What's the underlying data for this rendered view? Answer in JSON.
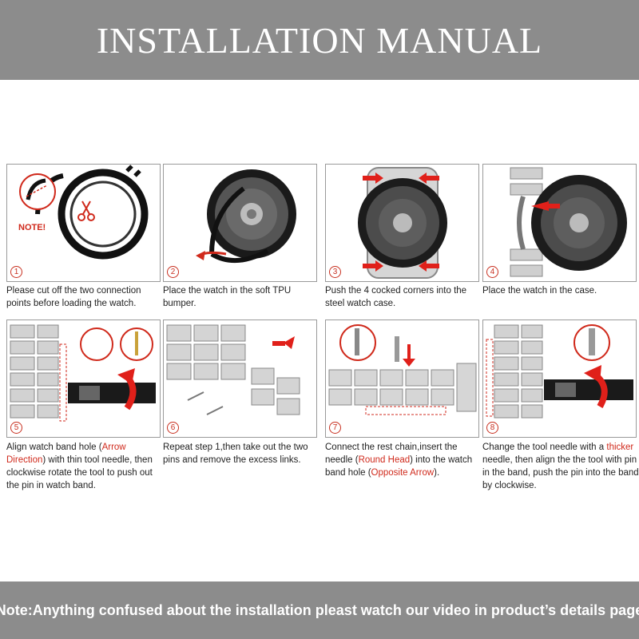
{
  "header": {
    "title": "INSTALLATION MANUAL"
  },
  "steps": [
    {
      "num": "1",
      "caption_parts": [
        "Please cut off the two connection points before loading the watch."
      ],
      "note": "NOTE!"
    },
    {
      "num": "2",
      "caption_parts": [
        "Place the watch in the soft TPU bumper."
      ]
    },
    {
      "num": "3",
      "caption_parts": [
        "Push the 4 cocked corners into the steel watch case."
      ]
    },
    {
      "num": "4",
      "caption_parts": [
        "Place the watch in the case."
      ]
    },
    {
      "num": "5",
      "caption_parts": [
        "Align watch band hole (",
        "Arrow Direction",
        ") with thin tool needle, then clockwise rotate the tool to push out the pin in watch band."
      ]
    },
    {
      "num": "6",
      "caption_parts": [
        "Repeat step 1,then take out the two pins and remove the excess links."
      ]
    },
    {
      "num": "7",
      "caption_parts": [
        "Connect the rest chain,insert the needle (",
        "Round Head",
        ") into the watch band hole (",
        "Opposite Arrow",
        ")."
      ]
    },
    {
      "num": "8",
      "caption_parts": [
        "Change the tool needle with a ",
        "thicker",
        " needle, then align the the tool with pin in the band, push the pin into the band by clockwise."
      ]
    }
  ],
  "footer": {
    "text": "Note:Anything confused about the installation pleast watch our video in  product’s details page"
  },
  "colors": {
    "banner": "#8c8c8c",
    "accent": "#d02a1c"
  }
}
